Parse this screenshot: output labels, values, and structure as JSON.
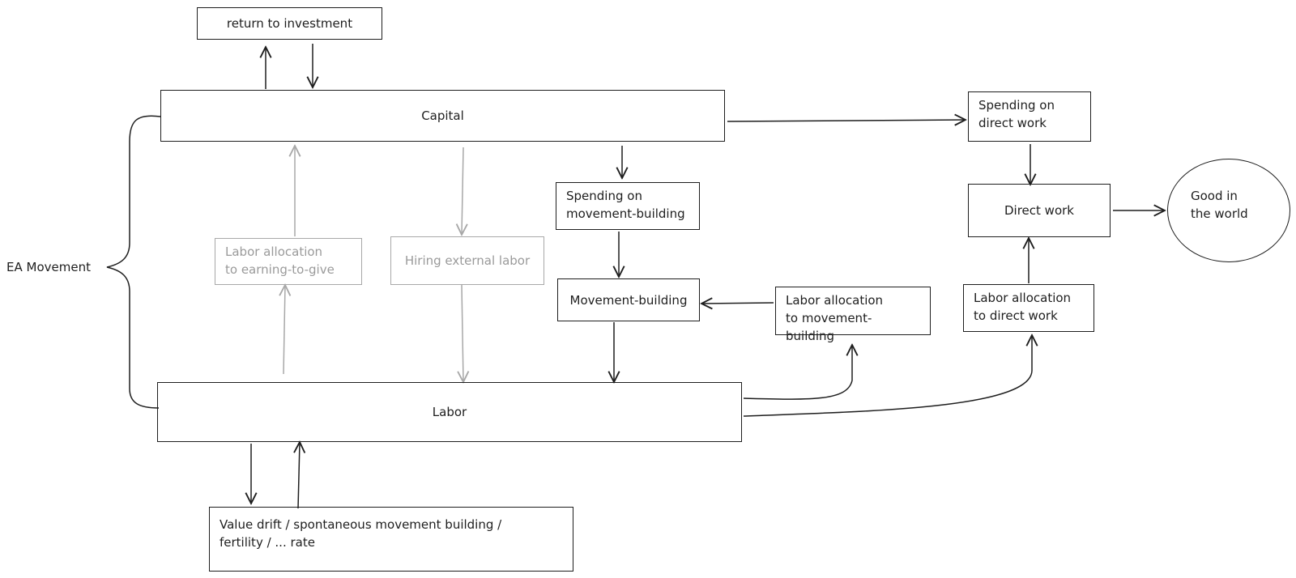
{
  "nodes": {
    "return_to_investment": "return to investment",
    "capital": "Capital",
    "labor": "Labor",
    "ea_movement": "EA Movement",
    "labor_allocation_etg": [
      "Labor allocation",
      "to earning-to-give"
    ],
    "hiring_external_labor": "Hiring external labor",
    "spending_movement_building": [
      "Spending on",
      "movement-building"
    ],
    "movement_building": "Movement-building",
    "labor_allocation_mb": [
      "Labor allocation",
      "to movement-building"
    ],
    "spending_direct_work": [
      "Spending on",
      "direct work"
    ],
    "direct_work": "Direct work",
    "good_in_world": [
      "Good in",
      "the world"
    ],
    "labor_allocation_dw": [
      "Labor allocation",
      "to direct work"
    ],
    "value_drift": [
      "Value drift / spontaneous movement building /",
      "fertility / ... rate"
    ]
  },
  "colors": {
    "stroke": "#1e1e1e",
    "faded_stroke": "#a8a8a8",
    "faded_text": "#9a9a9a",
    "background": "#ffffff"
  }
}
